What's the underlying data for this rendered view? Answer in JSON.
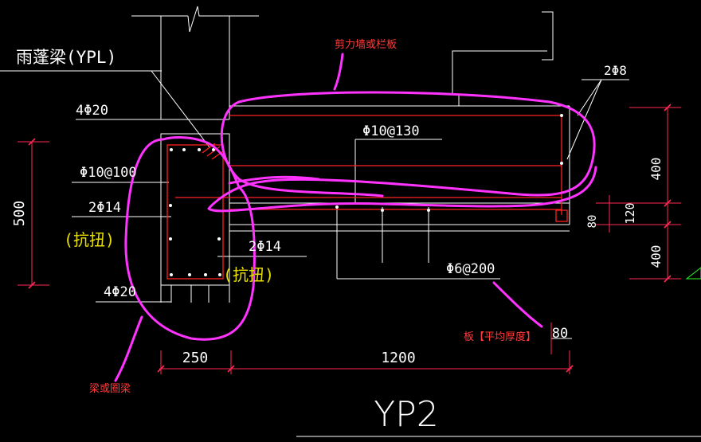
{
  "title": "YP2",
  "labels": {
    "beam_name": "雨蓬梁(YPL)",
    "shear_wall_note": "剪力墙或栏板",
    "beam_note": "梁或圈梁",
    "slab_note": "板【平均厚度】",
    "torsion_left": "(抗扭)",
    "torsion_right": "(抗扭)"
  },
  "rebar": {
    "top_bars": "4Φ20",
    "stirrup": "Φ10@100",
    "side_bars_left": "2Φ14",
    "side_bars_right": "2Φ14",
    "bottom_bars": "4Φ20",
    "slab_top": "Φ10@130",
    "slab_dist": "Φ6@200",
    "wall_bars": "2Φ8"
  },
  "dimensions": {
    "beam_height": "500",
    "beam_width": "250",
    "canopy_length": "1200",
    "slab_thickness": "80",
    "right_upper": "400",
    "right_mid": "120",
    "right_small": "80",
    "right_lower": "400"
  },
  "colors": {
    "background": "#000000",
    "lines": "#ffffff",
    "rebar": "#ff2020",
    "annotation": "#ff33ff",
    "notes": "#ff4040",
    "dimension": "#ff2a55",
    "torsion_text": "#e8e000"
  }
}
